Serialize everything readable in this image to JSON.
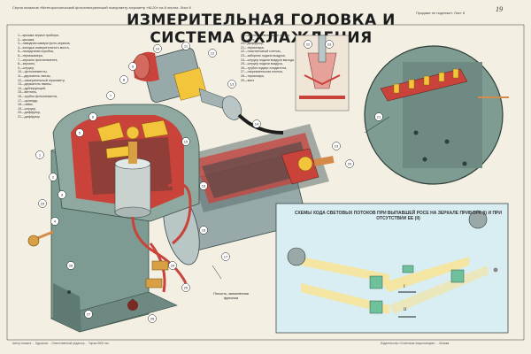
{
  "header": {
    "top_left": "Серия плакатов «Метеорологический фотоэлектрический психрометр-гигрометр «М-20» на 8 листах. Лист 8",
    "top_right": "Продаже не подлежит. Лист 8",
    "corner_number": "19",
    "title": "ИЗМЕРИТЕЛЬНАЯ ГОЛОВКА И СИСТЕМА ОХЛАЖДЕНИЯ"
  },
  "legend_left": [
    "1—крышка зеркал прибора,",
    "2—крышка,",
    "3—наводная камера фото-зеркала,",
    "4—колодка измерительного моста,",
    "5—наладочная коробка,",
    "6—термокамера,",
    "7—зеркало фотоэлемента,",
    "8—зеркало,",
    "9—штуцер,",
    "10—фотоэлементы,",
    "11—держатель линзы,",
    "12—измерительный термометр,",
    "13—держатель лампы,",
    "14—дублирующий,",
    "15—вентиль,",
    "16—трубки фотоэлемента,",
    "17—цилиндр,",
    "18—гайка,",
    "19—штуцер,",
    "20—диффузор,",
    "21—диффузор"
  ],
  "legend_right": [
    "18—светочувствительное стекло,",
    "19—винт,",
    "20—диффузор,",
    "21—термопара,",
    "22—пластинчатый счетчик,",
    "23—заборник подачи воздуха,",
    "24—штуцер подачи воздуха выхода,",
    "25—штуцер подачи воздуха,",
    "26—трубки подачи хладагента,",
    "27—нагревательная пленка,",
    "28—термопара,",
    "29—винт"
  ],
  "scheme": {
    "title": "СХЕМЫ ХОДА СВЕТОВЫХ ПОТОКОВ ПРИ ВЫПАВШЕЙ РОСЕ НА ЗЕРКАЛЕ ПРИБОРА (I) И ПРИ ОТСУТСТВИИ ЕЕ (II)",
    "labels": [
      "I",
      "II"
    ]
  },
  "callout_text": "Полость, заполненная фреоном",
  "footer_left": "Автор плаката ...  Художник ...  Ответственный редактор ...  Тираж 5000 экз.",
  "footer_right": "Издательство «Советская энциклопедия» ... Москва",
  "part_numbers": [
    "1",
    "2",
    "3",
    "4",
    "5",
    "6",
    "7",
    "8",
    "9",
    "10",
    "11",
    "12",
    "13",
    "14",
    "15",
    "16",
    "17",
    "18",
    "19",
    "20",
    "21",
    "22",
    "23",
    "24",
    "25",
    "26",
    "27",
    "28",
    "29"
  ],
  "colors": {
    "background": "#f3efe3",
    "machine_green": "#8aa79e",
    "copper": "#d58a4a",
    "red_section": "#c9433b",
    "yellow_section": "#f2c53a",
    "scheme_bg": "#d9eef3"
  }
}
